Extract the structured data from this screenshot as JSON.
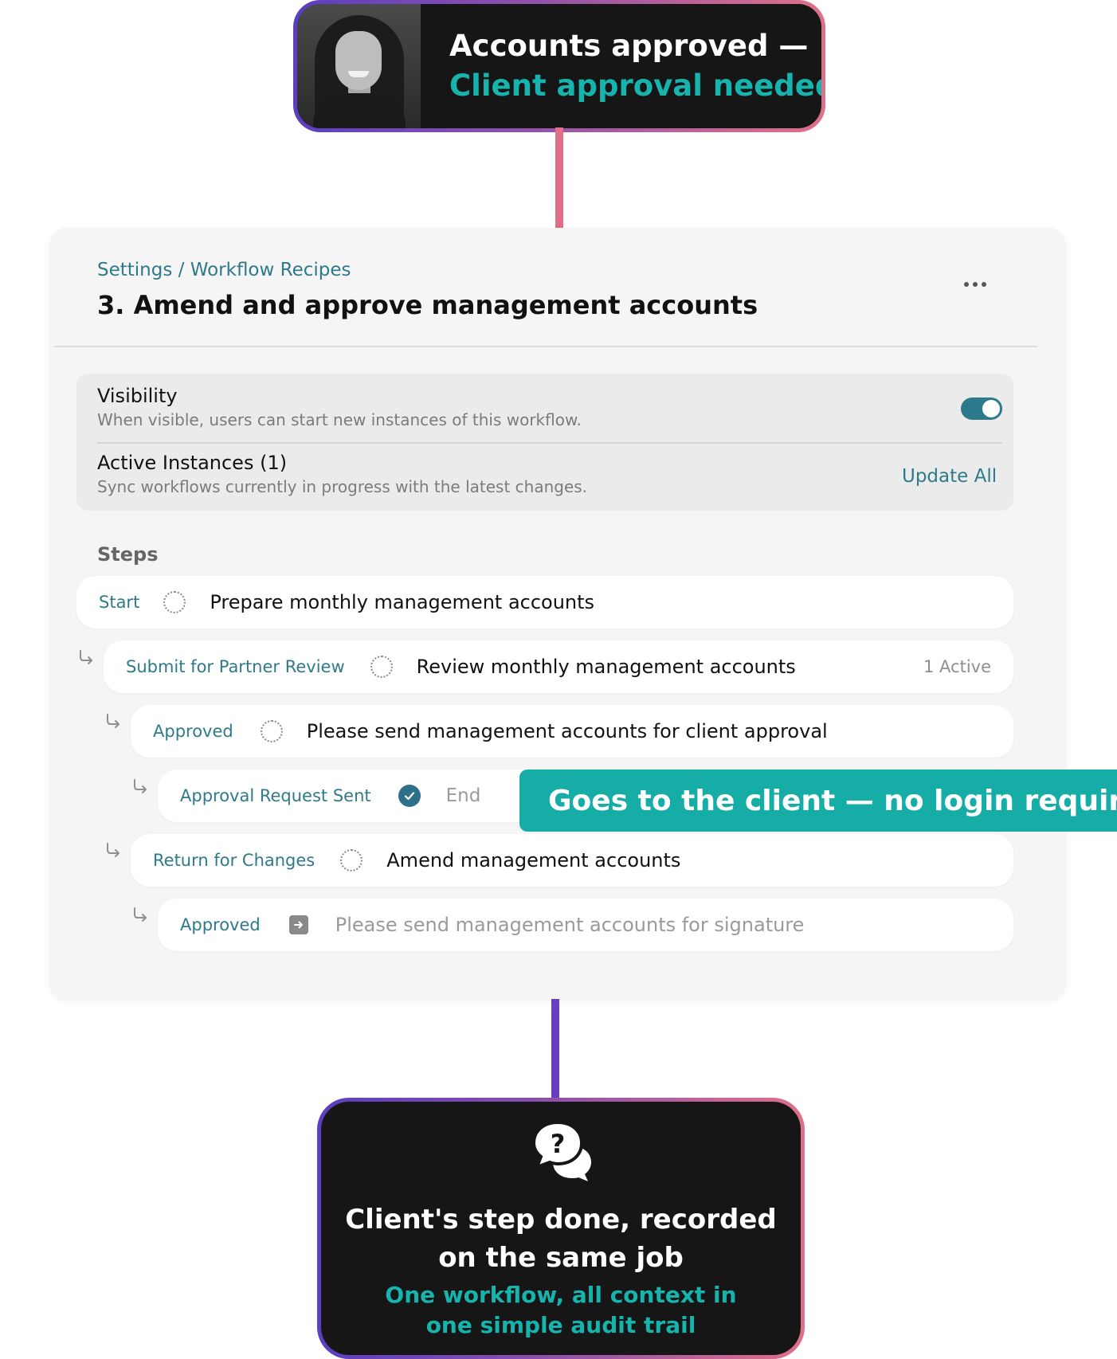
{
  "notification": {
    "title": "Accounts approved —",
    "subtitle": "Client approval needed"
  },
  "header": {
    "breadcrumb": "Settings / Workflow Recipes",
    "title": "3. Amend and approve management accounts"
  },
  "settings": {
    "visibility_label": "Visibility",
    "visibility_desc": "When visible, users can start new instances of this workflow.",
    "visibility_on": true,
    "instances_label": "Active Instances (1)",
    "instances_desc": "Sync workflows currently in progress with the latest changes.",
    "update_all_label": "Update All"
  },
  "steps": {
    "heading": "Steps",
    "items": [
      {
        "trigger": "Start",
        "status": "pending",
        "text": "Prepare monthly management accounts"
      },
      {
        "trigger": "Submit for Partner Review",
        "status": "pending",
        "text": "Review monthly management accounts",
        "badge": "1 Active"
      },
      {
        "trigger": "Approved",
        "status": "pending",
        "text": "Please send management accounts for client approval"
      },
      {
        "trigger": "Approval Request Sent",
        "status": "complete",
        "text": "End"
      },
      {
        "trigger": "Return for Changes",
        "status": "pending",
        "text": "Amend management accounts"
      },
      {
        "trigger": "Approved",
        "status": "link",
        "text": "Please send management accounts for signature"
      }
    ]
  },
  "callout": {
    "text": "Goes to the client — no login required"
  },
  "summary": {
    "icon": "chat-question-icon",
    "title_line1": "Client's step done, recorded",
    "title_line2": "on the same job",
    "sub_line1": "One workflow, all context in",
    "sub_line2": "one simple audit trail"
  },
  "colors": {
    "accent_teal": "#17b3ad",
    "link_teal": "#2f7a8a",
    "gradient_start": "#5b3fbf",
    "gradient_end": "#e07089"
  }
}
